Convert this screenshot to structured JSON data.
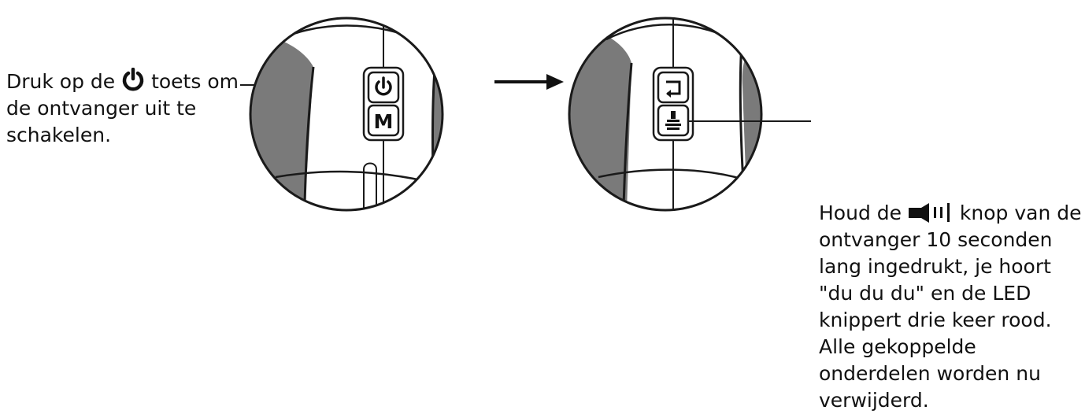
{
  "left_instruction": {
    "before_icon": "Druk op de",
    "after_icon": "toets",
    "rest": "om de ontvanger uit te schakelen."
  },
  "right_instruction": {
    "before_icon": "Houd de",
    "after_icon": "knop",
    "rest": "van de ontvanger 10 seconden lang ingedrukt, je hoort \"du du du\" en de LED knippert drie keer rood. Alle gekoppelde onderdelen worden nu verwijderd."
  },
  "buttons": {
    "mode_letter": "M"
  },
  "icons": {
    "left_text_icon": "power-icon",
    "right_text_icon": "speaker-volume-icon",
    "left_top_button": "power-icon",
    "left_bottom_button": "m-letter-button",
    "right_top_button": "return-arrow-icon",
    "right_bottom_button": "bell-icon",
    "arrow": "arrow-right-icon"
  },
  "colors": {
    "line": "#1a1a1a",
    "shade": "#7a7a7a",
    "background": "#ffffff"
  }
}
